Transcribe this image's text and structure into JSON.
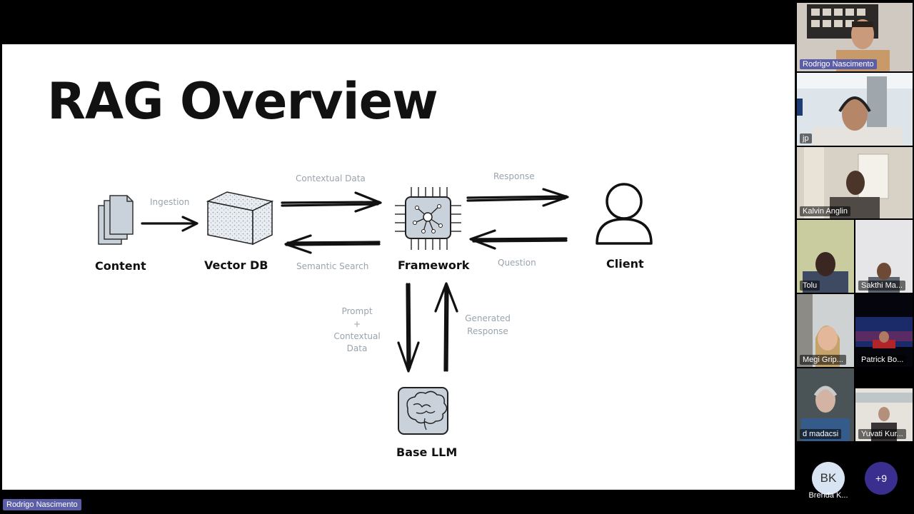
{
  "slide": {
    "title": "RAG Overview",
    "nodes": {
      "content": "Content",
      "vector_db": "Vector DB",
      "framework": "Framework",
      "client": "Client",
      "base_llm": "Base LLM"
    },
    "edges": {
      "ingestion": "Ingestion",
      "contextual_data": "Contextual Data",
      "semantic_search": "Semantic Search",
      "response": "Response",
      "question": "Question",
      "prompt_line1": "Prompt",
      "prompt_line2": "+",
      "prompt_line3": "Contextual",
      "prompt_line4": "Data",
      "generated_line1": "Generated",
      "generated_line2": "Response"
    }
  },
  "presenter": {
    "name": "Rodrigo Nascimento"
  },
  "participants": [
    {
      "name": "Rodrigo Nascimento"
    },
    {
      "name": "jp"
    },
    {
      "name": "Kalvin Anglin"
    },
    {
      "name": "Tolu"
    },
    {
      "name": "Sakthi Ma..."
    },
    {
      "name": "Megi Grip..."
    },
    {
      "name": "Patrick Bo..."
    },
    {
      "name": "d madacsi"
    },
    {
      "name": "Yuvati Kur..."
    },
    {
      "name": "Brenda K...",
      "initials": "BK"
    }
  ],
  "more_participants": "+9",
  "colors": {
    "active_speaker": "#5b5ea6",
    "overflow_badge": "#3a2f8f",
    "icon_fill": "#c9d1da"
  }
}
